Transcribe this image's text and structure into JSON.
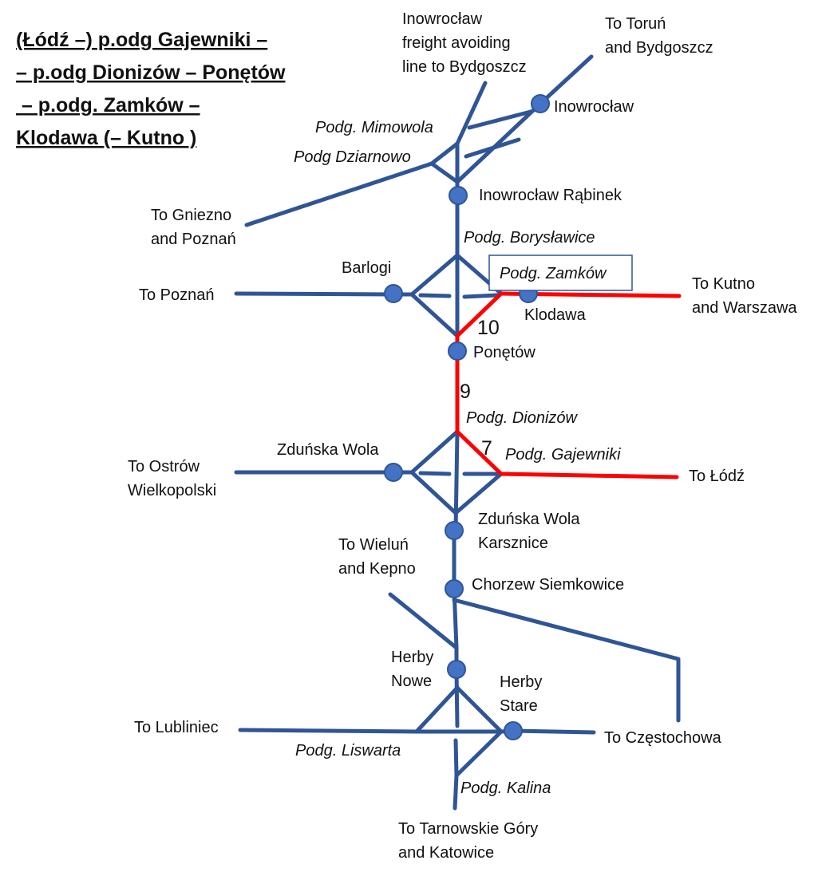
{
  "title": {
    "lines": [
      "(Łódź –) p.odg Gajewniki –",
      "– p.odg Dionizów – Ponętów",
      " – p.odg. Zamków –",
      "Klodawa (– Kutno )"
    ]
  },
  "colors": {
    "line": "#2f5597",
    "highlight": "#ff0000",
    "station": "#4472c4",
    "station_border": "#2f5597",
    "box_border": "#2f5597"
  },
  "labels": {
    "inowroclaw_freight": [
      "Inowrocław",
      "freight avoiding",
      "line to Bydgoszcz"
    ],
    "to_torun": [
      "To Toruń",
      "and Bydgoszcz"
    ],
    "inowroclaw": "Inowrocław",
    "podg_mimowola": "Podg. Mimowola",
    "podg_dziarnowo": "Podg Dziarnowo",
    "inowroclaw_rabinek": "Inowrocław Rąbinek",
    "to_gniezno": [
      "To Gniezno",
      "and Poznań"
    ],
    "podg_boryslawice": "Podg. Borysławice",
    "barlogi": "Barlogi",
    "podg_zamkow": "Podg. Zamków",
    "to_poznan": "To Poznań",
    "to_kutno": [
      "To Kutno",
      "and Warszawa"
    ],
    "klodawa": "Klodawa",
    "poneto": "Ponętów",
    "podg_dionizow": "Podg. Dionizów",
    "zdunska_wola": "Zduńska Wola",
    "podg_gajewniki": "Podg. Gajewniki",
    "to_ostrow": [
      "To Ostrów",
      "Wielkopolski"
    ],
    "to_lodz": "To Łódź",
    "zdunska_wola_karsznice": [
      "Zduńska Wola",
      "Karsznice"
    ],
    "to_wielun": [
      "To Wieluń",
      "and Kepno"
    ],
    "chorzew": "Chorzew Siemkowice",
    "herby_nowe": [
      "Herby",
      "Nowe"
    ],
    "herby_stare": [
      "Herby",
      "Stare"
    ],
    "to_lubliniec": "To Lubliniec",
    "to_czestochowa": "To Częstochowa",
    "podg_liswarta": "Podg. Liswarta",
    "podg_kalina": "Podg. Kalina",
    "to_tarnowskie": [
      "To Tarnowskie Góry",
      "and Katowice"
    ]
  },
  "segment_numbers": {
    "n10": "10",
    "n9": "9",
    "n7": "7"
  }
}
